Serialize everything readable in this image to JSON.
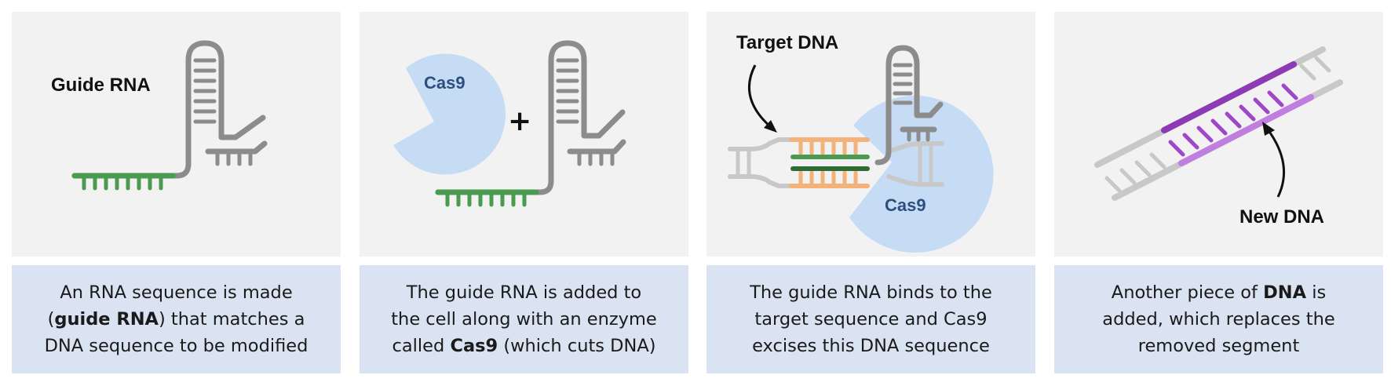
{
  "colors": {
    "panel_bg": "#f2f2f2",
    "caption_bg": "#d9e3f1",
    "rna_gray": "#8c8c8c",
    "guide_green": "#4a9b4f",
    "cas9_blue": "#c6dcf5",
    "target_orange": "#f2b27a",
    "new_dna_purple": "#a046c8",
    "dna_gray": "#c8c8c8"
  },
  "panels": [
    {
      "labels": {
        "guide_rna": "Guide RNA"
      },
      "caption": [
        [
          {
            "t": "An RNA sequence is made"
          }
        ],
        [
          {
            "t": "("
          },
          {
            "t": "guide RNA",
            "b": true
          },
          {
            "t": ") that matches a"
          }
        ],
        [
          {
            "t": "DNA sequence to be modified"
          }
        ]
      ]
    },
    {
      "labels": {
        "cas9": "Cas9",
        "plus": "+"
      },
      "caption": [
        [
          {
            "t": "The guide RNA is added to"
          }
        ],
        [
          {
            "t": "the cell along with an enzyme"
          }
        ],
        [
          {
            "t": "called "
          },
          {
            "t": "Cas9",
            "b": true
          },
          {
            "t": " (which cuts DNA)"
          }
        ]
      ]
    },
    {
      "labels": {
        "target_dna": "Target DNA",
        "cas9": "Cas9"
      },
      "caption": [
        [
          {
            "t": "The guide RNA binds to the"
          }
        ],
        [
          {
            "t": "target sequence and Cas9"
          }
        ],
        [
          {
            "t": "excises this DNA sequence"
          }
        ]
      ]
    },
    {
      "labels": {
        "new_dna": "New DNA"
      },
      "caption": [
        [
          {
            "t": "Another piece of "
          },
          {
            "t": "DNA",
            "b": true
          },
          {
            "t": " is"
          }
        ],
        [
          {
            "t": "added, which replaces the"
          }
        ],
        [
          {
            "t": "removed segment"
          }
        ]
      ]
    }
  ]
}
